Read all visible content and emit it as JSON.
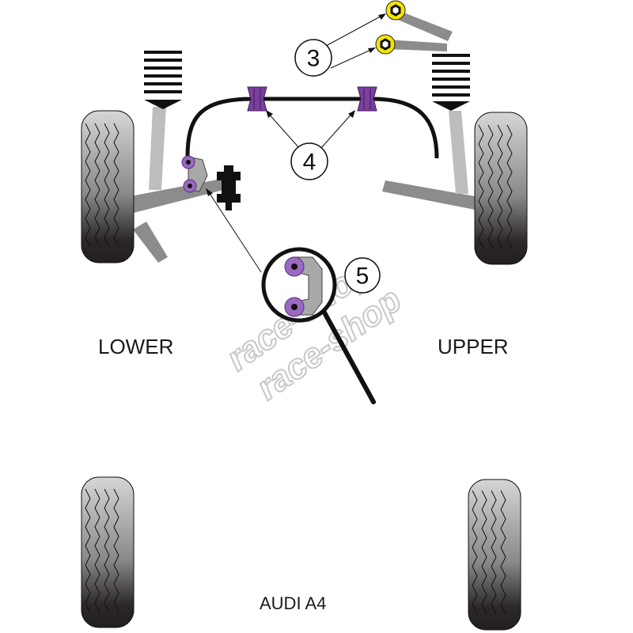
{
  "title": "AUDI A4",
  "labels": {
    "lower": "LOWER",
    "upper": "UPPER",
    "car": "AUDI A4"
  },
  "callouts": [
    {
      "id": "3",
      "label": "3",
      "target": "upper-arm-bushes"
    },
    {
      "id": "4",
      "label": "4",
      "target": "anti-roll-bar-mount-bushes"
    },
    {
      "id": "5",
      "label": "5",
      "target": "anti-roll-bar-link-bushes"
    }
  ],
  "watermark": {
    "text": "race-shop"
  },
  "colors": {
    "bush_purple": "#7b3fa0",
    "bush_yellow": "#f5e600",
    "arm_gray": "#8c8c8c",
    "strut_gray": "#bdbdbd",
    "tyre_dark": "#2a2626"
  }
}
